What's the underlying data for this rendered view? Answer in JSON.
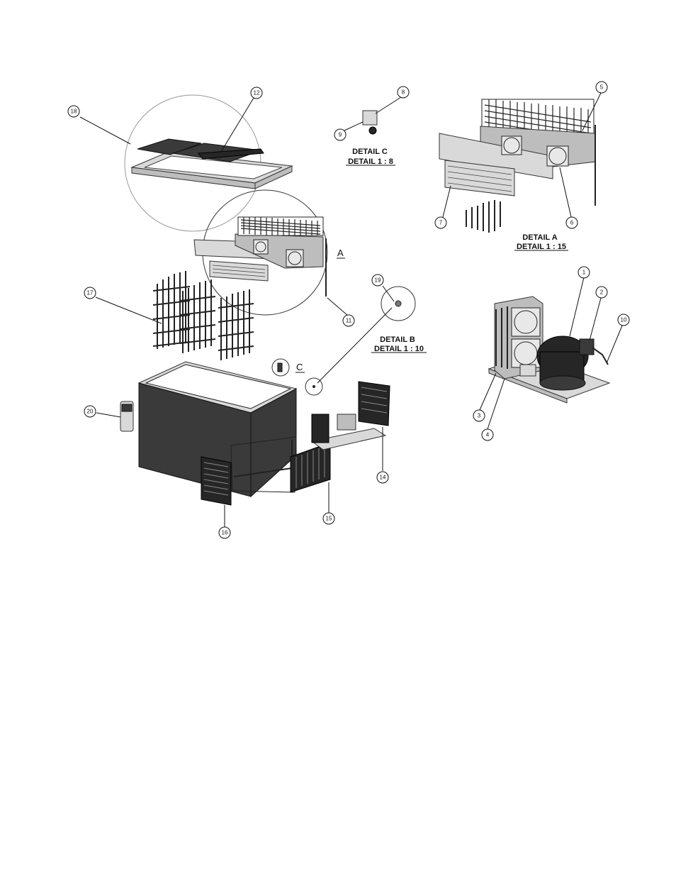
{
  "balloons": [
    {
      "id": "b1",
      "label": "1"
    },
    {
      "id": "b2",
      "label": "2"
    },
    {
      "id": "b3",
      "label": "3"
    },
    {
      "id": "b4",
      "label": "4"
    },
    {
      "id": "b5",
      "label": "5"
    },
    {
      "id": "b6",
      "label": "6"
    },
    {
      "id": "b7",
      "label": "7"
    },
    {
      "id": "b8",
      "label": "8"
    },
    {
      "id": "b9",
      "label": "9"
    },
    {
      "id": "b10",
      "label": "10"
    },
    {
      "id": "b11",
      "label": "11"
    },
    {
      "id": "b12",
      "label": "12"
    },
    {
      "id": "b14",
      "label": "14"
    },
    {
      "id": "b15",
      "label": "15"
    },
    {
      "id": "b16",
      "label": "16"
    },
    {
      "id": "b17",
      "label": "17"
    },
    {
      "id": "b18",
      "label": "18"
    },
    {
      "id": "b19",
      "label": "19"
    },
    {
      "id": "b20",
      "label": "20"
    }
  ],
  "details": {
    "a": {
      "name": "DETAIL A",
      "scale": "DETAIL 1 : 15",
      "letter": "A"
    },
    "b": {
      "name": "DETAIL B",
      "scale": "DETAIL 1 : 10"
    },
    "c": {
      "name": "DETAIL C",
      "scale": "DETAIL 1 : 8",
      "letter": "C"
    }
  }
}
